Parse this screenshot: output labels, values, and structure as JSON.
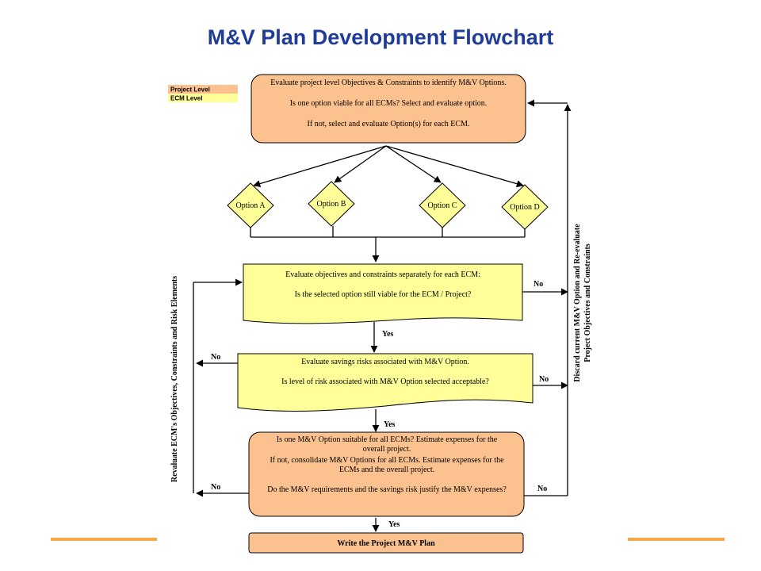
{
  "title": "M&V Plan Development Flowchart",
  "legend": {
    "project_level": "Project Level",
    "ecm_level": "ECM Level",
    "colors": {
      "project": "#fbc18f",
      "ecm": "#ffff99"
    }
  },
  "top_box": {
    "line1": "Evaluate project  level Objectives & Constraints to identify M&V Options.",
    "line2": "Is one option viable for all ECMs? Select and evaluate option.",
    "line3": "If not, select and evaluate Option(s) for each ECM."
  },
  "options": [
    "Option A",
    "Option B",
    "Option C",
    "Option D"
  ],
  "box2": {
    "line1": "Evaluate objectives and constraints separately for  each ECM:",
    "line2": "Is the selected option still viable for the ECM / Project?"
  },
  "box3": {
    "line1": "Evaluate savings risks associated with  M&V Option.",
    "line2": "Is level of risk associated with M&V Option selected acceptable?"
  },
  "box4": {
    "line1": "Is one M&V Option suitable for all ECMs? Estimate expenses for the",
    "line2": "overall project.",
    "line3": "If not, consolidate M&V Options for all ECMs. Estimate expenses for the",
    "line4": "ECMs and the overall project.",
    "line5": "Do the M&V requirements and the savings risk justify the M&V expenses?"
  },
  "final_box": "Write the Project M&V Plan",
  "labels": {
    "yes": "Yes",
    "no": "No"
  },
  "left_vertical": "Revaluate ECM's Objectives, Constraints and Risk Elements",
  "right_vertical_1": "Discard current M&V Option and Re-evaluate",
  "right_vertical_2": "Project Objectives and Constraints"
}
